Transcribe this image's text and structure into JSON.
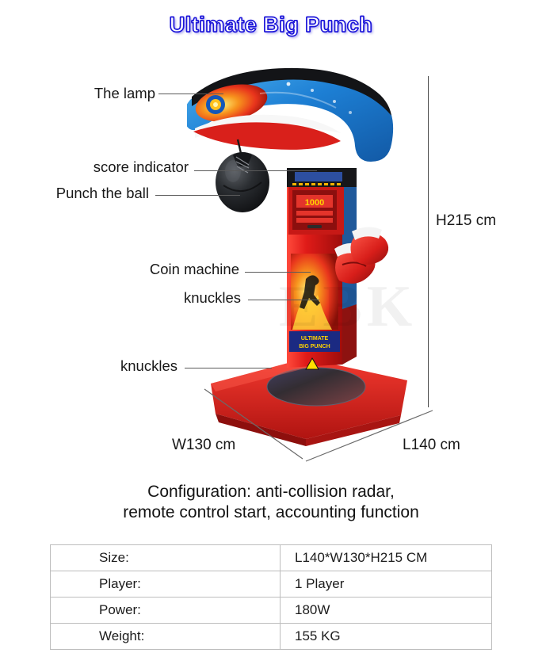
{
  "title": "Ultimate Big Punch",
  "callouts": [
    {
      "key": "lamp",
      "label": "The lamp"
    },
    {
      "key": "score_indicator",
      "label": "score indicator"
    },
    {
      "key": "punch_the_ball",
      "label": "Punch the ball"
    },
    {
      "key": "coin_machine",
      "label": "Coin machine"
    },
    {
      "key": "knuckles_upper",
      "label": "knuckles"
    },
    {
      "key": "knuckles_lower",
      "label": "knuckles"
    }
  ],
  "dimensions": {
    "height": "H215 cm",
    "width": "W130 cm",
    "length": "L140 cm"
  },
  "configuration": {
    "line1": "Configuration: anti-collision radar,",
    "line2": "remote control start, accounting function"
  },
  "spec_table": {
    "rows": [
      {
        "label": "Size:",
        "value": "L140*W130*H215 CM"
      },
      {
        "label": "Player:",
        "value": "1 Player"
      },
      {
        "label": "Power:",
        "value": "180W"
      },
      {
        "label": "Weight:",
        "value": "155 KG"
      }
    ]
  },
  "machine": {
    "cabinet_brand_text": "ULTIMATE BIG PUNCH",
    "score_display_text": "1000",
    "watermark_text": "EBK"
  },
  "colors": {
    "title_outline": "#1a14d8",
    "cabinet_red": "#e01b18",
    "cabinet_blue": "#1d7fd4",
    "ball_black": "#1c1c1e",
    "flame_orange": "#f7941d",
    "leader_line": "#5a5a5a",
    "table_border": "#bdbdbd"
  }
}
